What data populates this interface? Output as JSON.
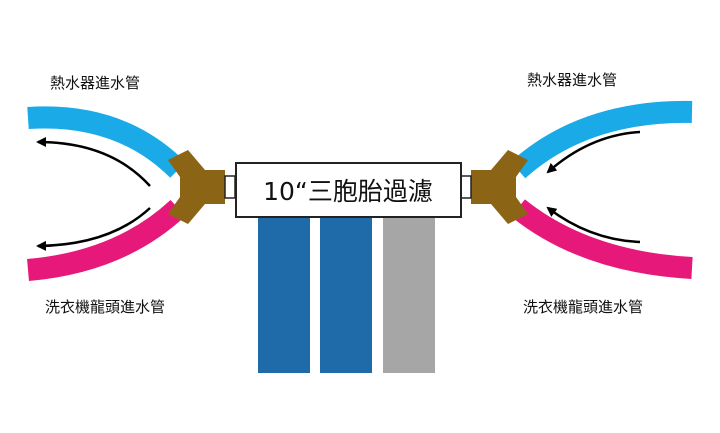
{
  "title": "10“三胞胎過濾",
  "labels": {
    "left_top": "熱水器進水管",
    "left_bottom": "洗衣機龍頭進水管",
    "right_top": "熱水器進水管",
    "right_bottom": "洗衣機龍頭進水管"
  },
  "colors": {
    "hot_pipe": "#1aaae8",
    "washer_pipe": "#e6197a",
    "y_fitting": "#8c6416",
    "cartridge_blue": "#1f6aa8",
    "cartridge_gray": "#a6a6a6",
    "housing_border": "#222222",
    "arrow": "#000000"
  },
  "cartridges": [
    "blue",
    "blue",
    "gray"
  ]
}
